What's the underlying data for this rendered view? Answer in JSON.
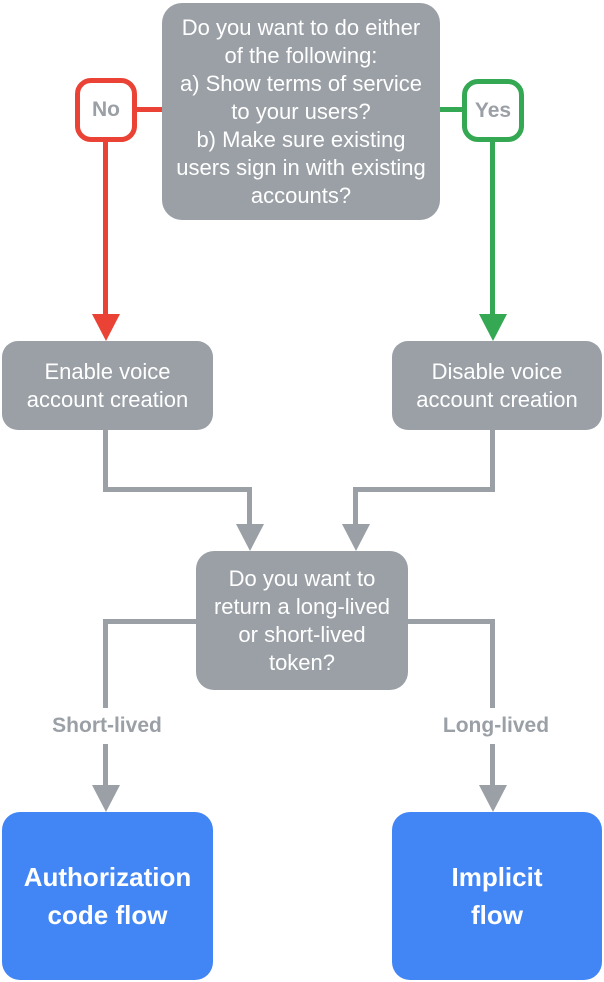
{
  "colors": {
    "node_gray": "#9AA0A6",
    "no_red": "#EA4335",
    "yes_green": "#34A853",
    "flow_blue": "#4285F4",
    "node_text": "#FFFFFF",
    "label_text_gray": "#9AA0A6",
    "background": "#FFFFFF"
  },
  "flowchart": {
    "top_question": "Do you want to do either\nof the following:\na) Show terms of service\nto your users?\nb) Make sure existing\nusers sign in with existing\naccounts?",
    "no_label": "No",
    "yes_label": "Yes",
    "enable_node": "Enable voice\naccount creation",
    "disable_node": "Disable voice\naccount creation",
    "token_question": "Do you want to\nreturn a long-lived\nor short-lived\ntoken?",
    "short_lived_label": "Short-lived",
    "long_lived_label": "Long-lived",
    "auth_code_node": "Authorization\ncode flow",
    "implicit_node": "Implicit\nflow"
  }
}
